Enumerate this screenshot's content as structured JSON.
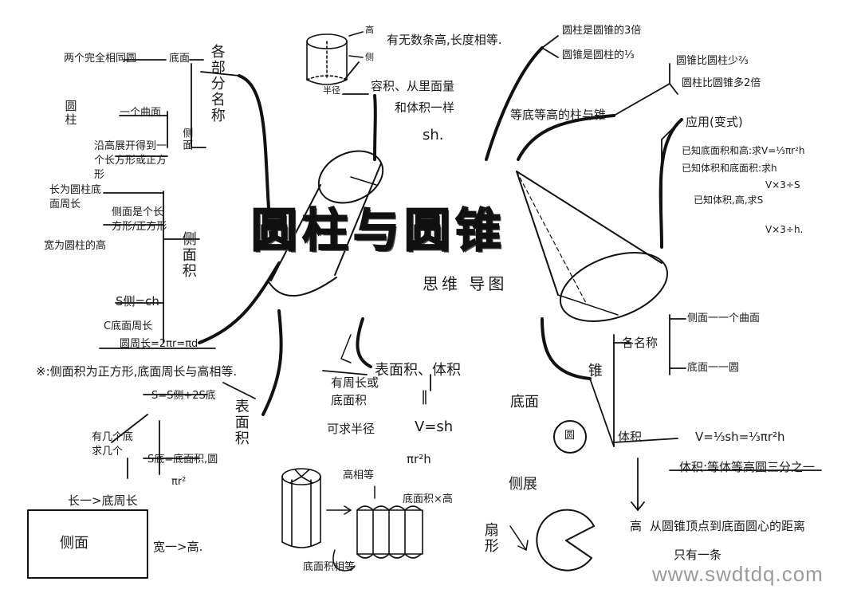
{
  "title": "圆柱与圆锥",
  "subtitle": "思维  导图",
  "watermark": "www.swdtdq.com",
  "cylinder": {
    "label": "圆柱",
    "parts": {
      "label": "各部分名称",
      "base": "底面",
      "base_desc": "两个完全相同圆",
      "side": "侧面",
      "side_desc_1": "一个曲面",
      "side_desc_2": "沿高展开得到一个长方形或正方形"
    },
    "side_area": {
      "label": "侧面积",
      "unfold_desc": "侧面是个长方形/正方形",
      "length_eq": "长为圆柱底面周长",
      "width_eq": "宽为圆柱的高",
      "formula_1": "S侧=ch",
      "formula_2": "C底面周长",
      "formula_3": "圆周长=2πr=πd",
      "note": "※:侧面积为正方形,底面周长与高相等."
    },
    "surface_area": {
      "label": "表面积",
      "formula_1": "S=S侧+2S底",
      "formula_2": "S底=底面积,圆",
      "formula_3": "πr²",
      "hint": "有几个底求几个"
    },
    "rect_box": {
      "top": "长一>底周长",
      "center": "侧面",
      "side": "宽一>高."
    },
    "heights": {
      "label": "高",
      "desc": "有无数条高,长度相等."
    },
    "volume_desc": {
      "line1": "容积、从里面量",
      "line2": "和体积一样",
      "line3": "sh."
    },
    "volume": {
      "label": "表面积、体积",
      "given": "有周长或底面积",
      "derive": "可求半径",
      "formula_1": "V=sh",
      "formula_2": "πr²h",
      "formula_3": "底面积×高",
      "equal": "‖",
      "slice_label_1": "高相等",
      "slice_label_2": "底面积相等"
    },
    "mini_labels": {
      "top": "高",
      "side": "侧",
      "radius": "半径"
    }
  },
  "comparison": {
    "label": "等底等高的柱与锥",
    "line1": "圆柱是圆锥的3倍",
    "line2": "圆锥是圆柱的⅓",
    "line3": "圆锥比圆柱少⅔",
    "line4": "圆柱比圆锥多2倍"
  },
  "application": {
    "label": "应用(变式)",
    "line1": "已知底面积和高:求V=⅓πr²h",
    "line2": "已知体积和底面积:求h",
    "line3": "V×3÷S",
    "line4": "已知体积,高,求S",
    "line5": "V×3÷h."
  },
  "cone": {
    "label": "锥",
    "parts": {
      "label": "各名称",
      "side": "侧面一一个曲面",
      "base": "底面一一圆"
    },
    "volume": {
      "label": "体积",
      "formula": "V=⅓sh=⅓πr²h",
      "desc": "体积:等体等高圆三分之一"
    },
    "height": {
      "label": "高",
      "line1": "从圆锥顶点到底面圆心的距离",
      "line2": "只有一条"
    },
    "base_label": "底面",
    "base_circle": "圆",
    "side_unfold": "侧展",
    "sector": "扇形"
  },
  "decor": {
    "check_mark": "↓",
    "exclaim": "↓"
  }
}
